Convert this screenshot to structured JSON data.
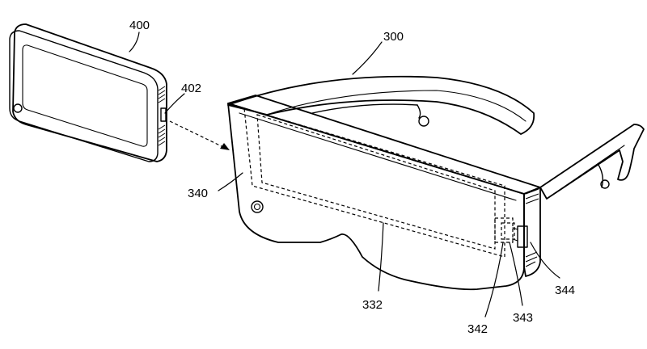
{
  "labels": {
    "phone": "400",
    "phone_port": "402",
    "headset": "300",
    "front_frame": "340",
    "lens_area": "332",
    "holder": "342",
    "connector": "343",
    "side_part": "344"
  },
  "colors": {
    "line": "#000000",
    "background": "#ffffff"
  }
}
